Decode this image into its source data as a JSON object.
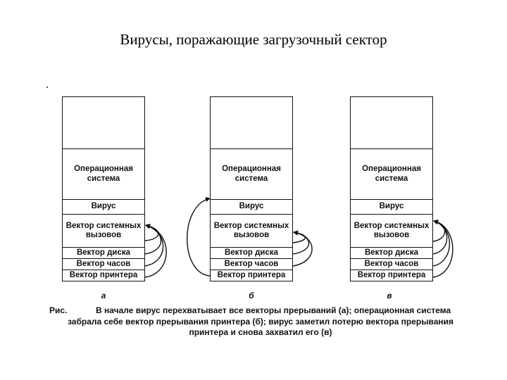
{
  "title": "Вирусы, поражающие загрузочный сектор",
  "diagrams": [
    {
      "label": "а",
      "cells": {
        "os": "Операционная система",
        "virus": "Вирус",
        "syscall": "Вектор системных вызовов",
        "disk": "Вектор диска",
        "clock": "Вектор часов",
        "printer": "Вектор принтера"
      }
    },
    {
      "label": "б",
      "cells": {
        "os": "Операционная система",
        "virus": "Вирус",
        "syscall": "Вектор системных вызовов",
        "disk": "Вектор диска",
        "clock": "Вектор часов",
        "printer": "Вектор принтера"
      }
    },
    {
      "label": "в",
      "cells": {
        "os": "Операционная система",
        "virus": "Вирус",
        "syscall": "Вектор системных вызовов",
        "disk": "Вектор диска",
        "clock": "Вектор часов",
        "printer": "Вектор принтера"
      }
    }
  ],
  "caption": {
    "prefix": "Рис.",
    "line1": "В начале вирус перехватывает все векторы прерываний (а); операционная система",
    "line2": "забрала себе вектор прерывания принтера (б); вирус заметил потерю вектора прерывания",
    "line3": "принтера и снова захватил его (в)"
  }
}
